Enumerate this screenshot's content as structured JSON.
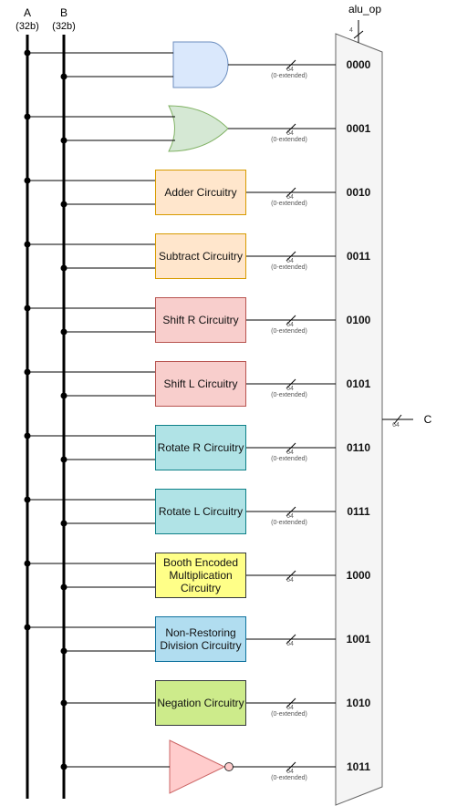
{
  "bus_a": {
    "name": "A",
    "width": "(32b)"
  },
  "bus_b": {
    "name": "B",
    "width": "(32b)"
  },
  "mux": {
    "select_label": "alu_op",
    "select_width": "4",
    "output_label": "C",
    "output_width": "64"
  },
  "bus_width_label": "64",
  "zero_ext_label": "(0-extended)",
  "units": [
    {
      "kind": "and-gate",
      "label": "",
      "code": "0000",
      "zero_extended": true
    },
    {
      "kind": "or-gate",
      "label": "",
      "code": "0001",
      "zero_extended": true
    },
    {
      "kind": "box",
      "label": "Adder Circuitry",
      "code": "0010",
      "zero_extended": true,
      "fill": "#ffe6cc",
      "stroke": "#d79b00"
    },
    {
      "kind": "box",
      "label": "Subtract Circuitry",
      "code": "0011",
      "zero_extended": true,
      "fill": "#ffe6cc",
      "stroke": "#d79b00"
    },
    {
      "kind": "box",
      "label": "Shift R Circuitry",
      "code": "0100",
      "zero_extended": true,
      "fill": "#f8cecc",
      "stroke": "#b85450"
    },
    {
      "kind": "box",
      "label": "Shift L Circuitry",
      "code": "0101",
      "zero_extended": true,
      "fill": "#f8cecc",
      "stroke": "#b85450"
    },
    {
      "kind": "box",
      "label": "Rotate R Circuitry",
      "code": "0110",
      "zero_extended": true,
      "fill": "#b0e3e6",
      "stroke": "#0e8088"
    },
    {
      "kind": "box",
      "label": "Rotate L Circuitry",
      "code": "0111",
      "zero_extended": true,
      "fill": "#b0e3e6",
      "stroke": "#0e8088"
    },
    {
      "kind": "box",
      "label": "Booth Encoded Multiplication Circuitry",
      "code": "1000",
      "zero_extended": false,
      "fill": "#ffff88",
      "stroke": "#36393d"
    },
    {
      "kind": "box",
      "label": "Non-Restoring Division Circuitry",
      "code": "1001",
      "zero_extended": false,
      "fill": "#b1ddf0",
      "stroke": "#10739e"
    },
    {
      "kind": "box",
      "label": "Negation Circuitry",
      "code": "1010",
      "zero_extended": true,
      "fill": "#cdeb8b",
      "stroke": "#36393d"
    },
    {
      "kind": "not-gate",
      "label": "",
      "code": "1011",
      "zero_extended": true
    }
  ]
}
